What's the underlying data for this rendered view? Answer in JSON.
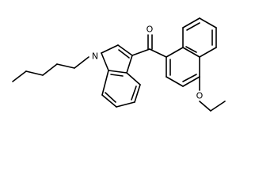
{
  "atoms": {
    "carbonyl_oxygen": "O",
    "indole_nitrogen": "N",
    "ether_oxygen": "O"
  }
}
